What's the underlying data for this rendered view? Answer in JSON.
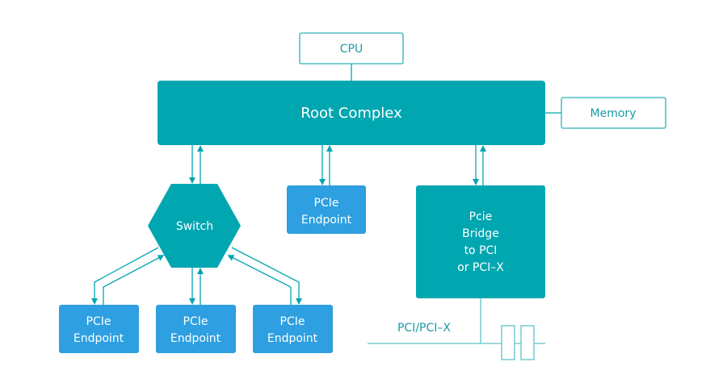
{
  "colors": {
    "teal": "#00a6b0",
    "blue": "#2e9fe0",
    "outline": "#2bb0b8",
    "text_white": "#ffffff"
  },
  "nodes": {
    "cpu": "CPU",
    "root_complex": "Root Complex",
    "memory": "Memory",
    "switch": "Switch",
    "endpoint_middle": [
      "PCIe",
      "Endpoint"
    ],
    "bridge": [
      "Pcie",
      "Bridge",
      "to PCI",
      "or PCI–X"
    ],
    "endpoint_1": [
      "PCIe",
      "Endpoint"
    ],
    "endpoint_2": [
      "PCIe",
      "Endpoint"
    ],
    "endpoint_3": [
      "PCIe",
      "Endpoint"
    ]
  },
  "bus_label": "PCI/PCI–X"
}
